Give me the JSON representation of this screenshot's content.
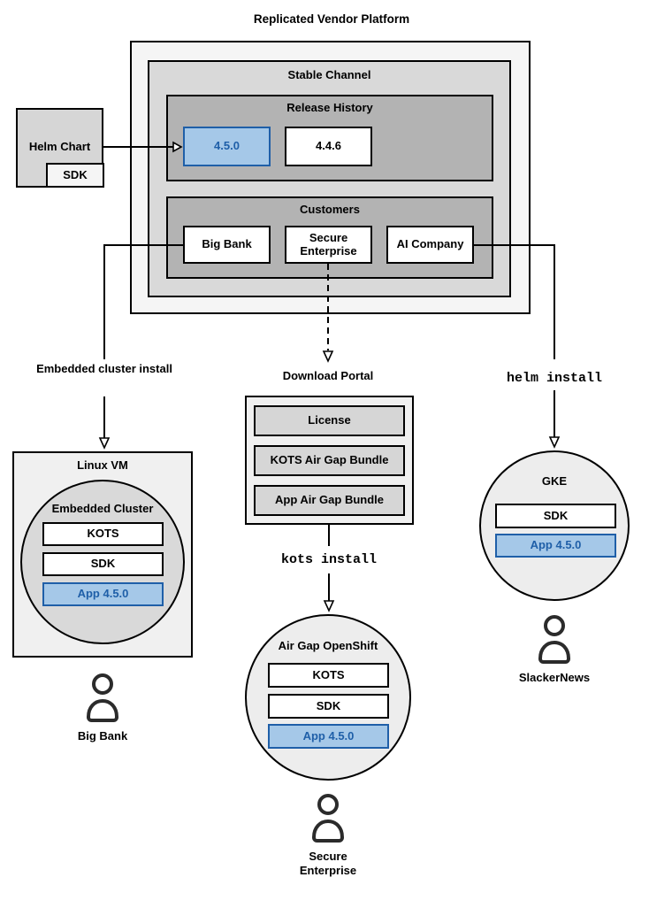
{
  "title": "Replicated Vendor Platform",
  "colors": {
    "highlight_fill": "#a5c8e8",
    "highlight_border": "#1f5fa8",
    "highlight_text": "#1f5fa8",
    "box_light": "#f5f5f5",
    "box_medium": "#d9d9d9",
    "box_dark": "#b3b3b3",
    "line": "#000000"
  },
  "platform": {
    "stable_channel": {
      "label": "Stable Channel",
      "release_history": {
        "label": "Release History",
        "releases": [
          "4.5.0",
          "4.4.6"
        ],
        "highlighted_release": "4.5.0"
      },
      "customers": {
        "label": "Customers",
        "items": [
          "Big Bank",
          "Secure Enterprise",
          "AI Company"
        ]
      }
    }
  },
  "helm_chart": {
    "label": "Helm Chart",
    "sdk": "SDK"
  },
  "left_branch": {
    "arrow_label": "Embedded cluster install",
    "vm": {
      "label": "Linux VM",
      "cluster": {
        "label": "Embedded Cluster",
        "items": [
          "KOTS",
          "SDK"
        ],
        "app": "App 4.5.0"
      }
    },
    "user": "Big Bank"
  },
  "middle_branch": {
    "portal": {
      "label": "Download Portal",
      "items": [
        "License",
        "KOTS Air Gap Bundle",
        "App Air Gap Bundle"
      ]
    },
    "arrow_label": "kots install",
    "cluster": {
      "label": "Air Gap OpenShift",
      "items": [
        "KOTS",
        "SDK"
      ],
      "app": "App 4.5.0"
    },
    "user": "Secure Enterprise"
  },
  "right_branch": {
    "arrow_label": "helm install",
    "cluster": {
      "label": "GKE",
      "items": [
        "SDK"
      ],
      "app": "App 4.5.0"
    },
    "user": "SlackerNews"
  }
}
